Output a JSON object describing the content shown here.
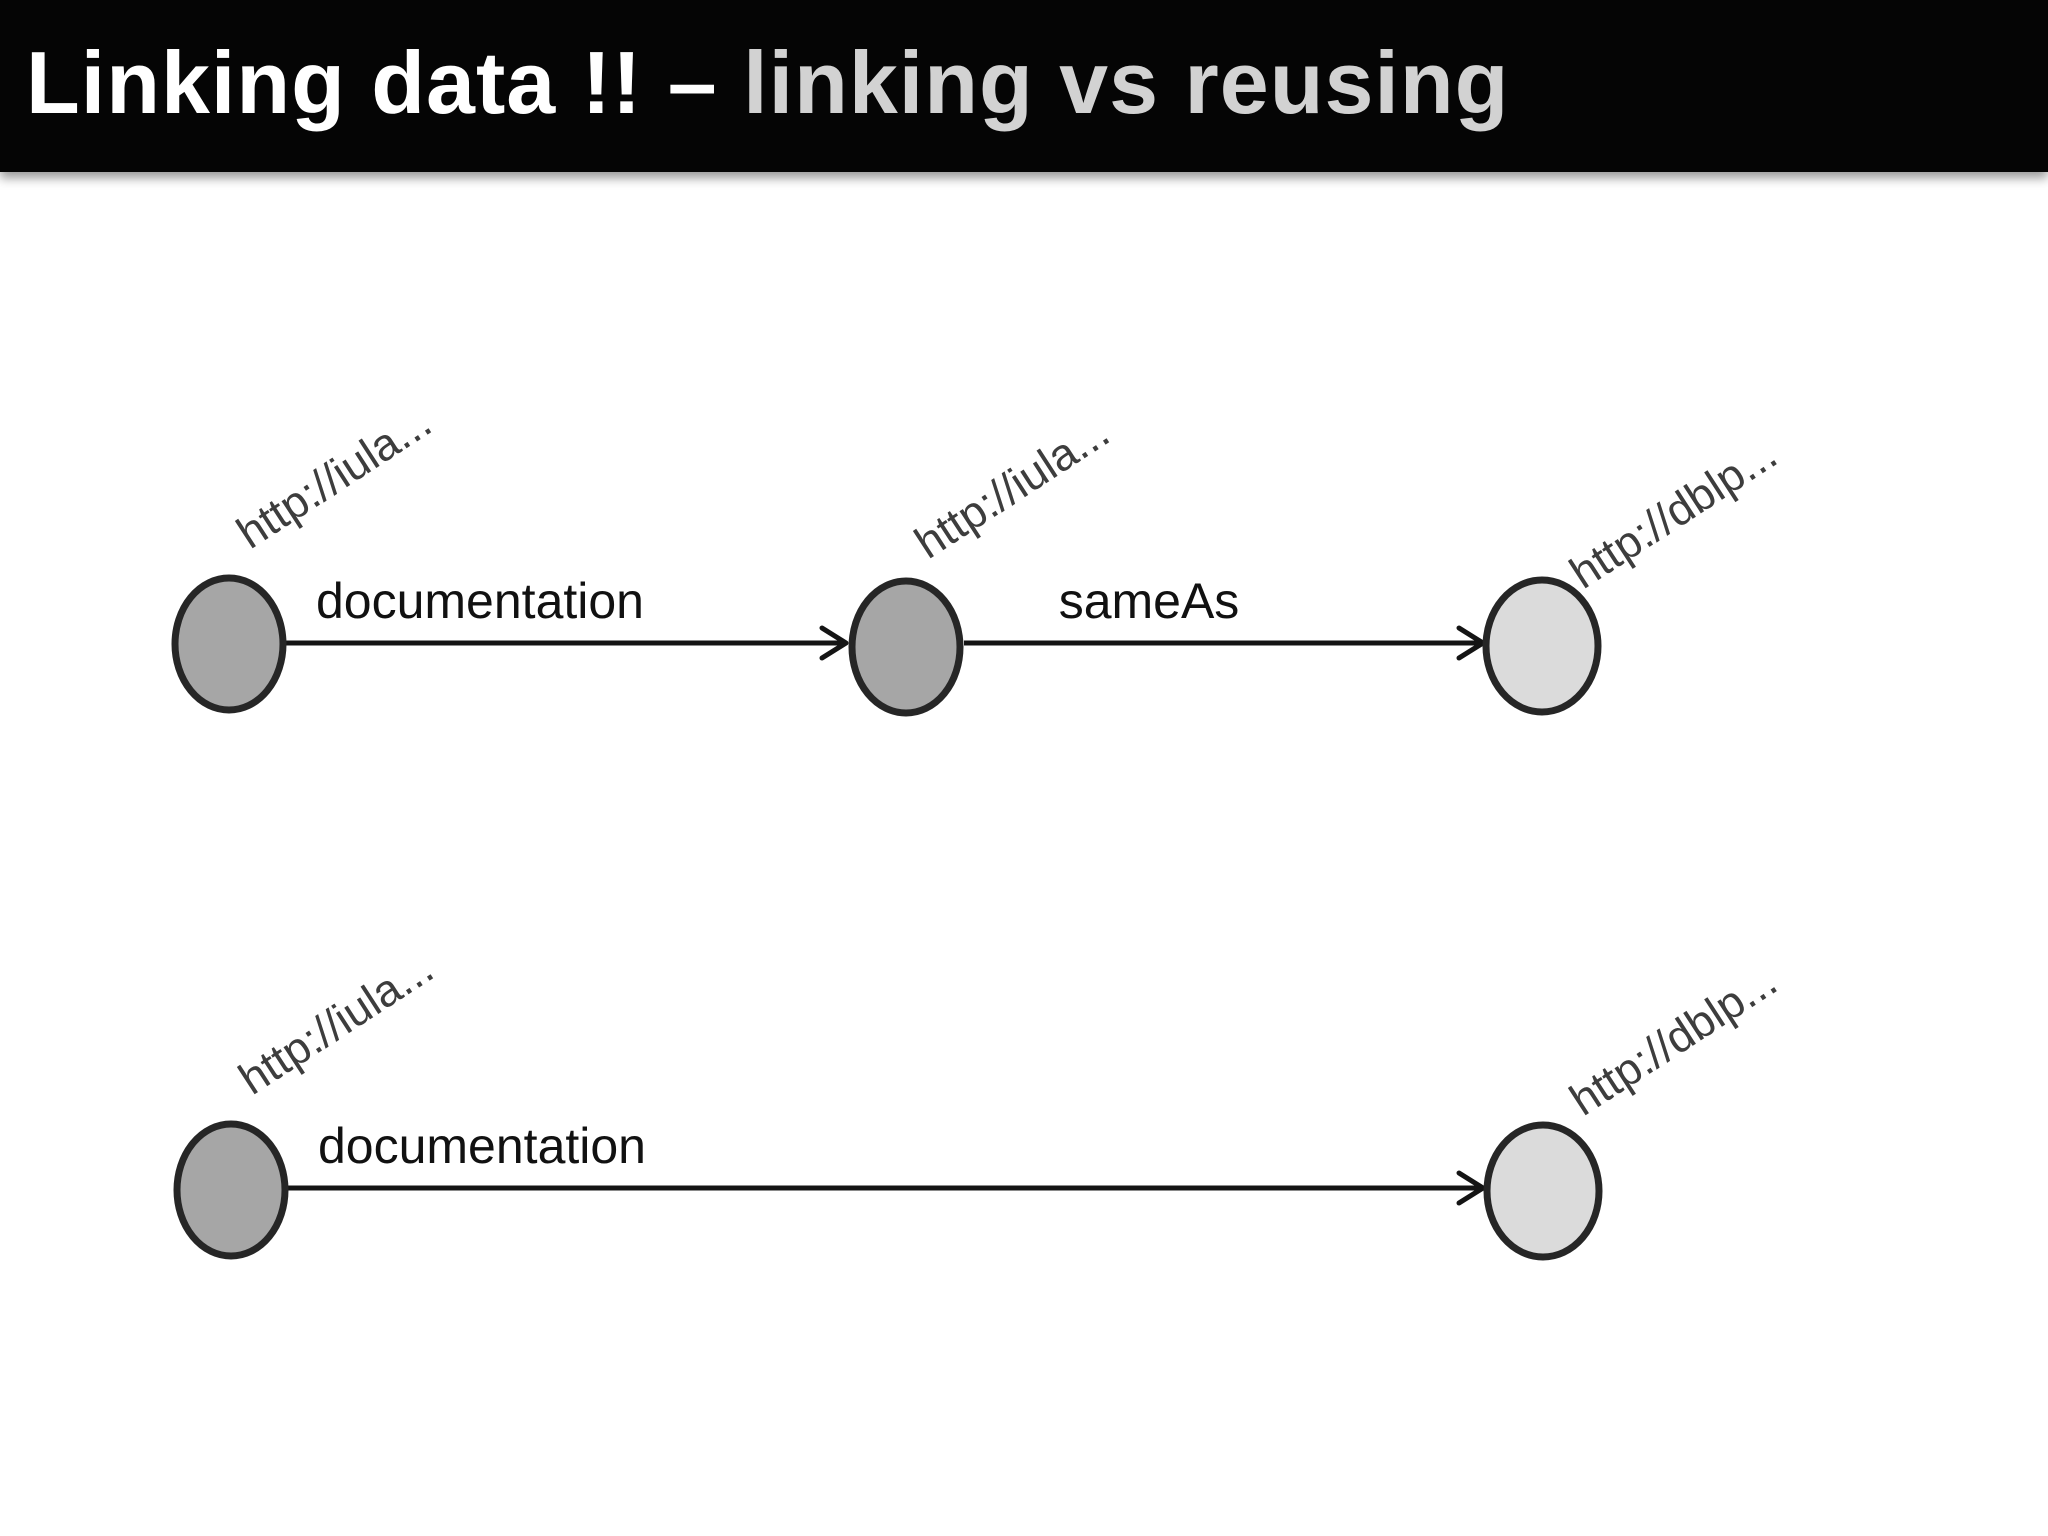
{
  "header": {
    "title_primary": "Linking data !!",
    "title_separator": "–",
    "title_secondary": "linking vs reusing",
    "bg_color": "#050505",
    "primary_color": "#ffffff",
    "secondary_color": "#d2d2d2"
  },
  "colors": {
    "node_dark_fill": "#a6a6a6",
    "node_light_fill": "#dbdbdb",
    "node_stroke": "#262626",
    "edge_color": "#141414",
    "uri_label_color": "#3d3d3d"
  },
  "diagrams": {
    "top": {
      "description": "linking: two iula nodes connected by documentation, then sameAs link to dblp node",
      "nodes": [
        {
          "id": "iula-source",
          "label": "http://iula...",
          "fill": "dark"
        },
        {
          "id": "iula-documentation",
          "label": "http://iula...",
          "fill": "dark"
        },
        {
          "id": "dblp-resource",
          "label": "http://dblp...",
          "fill": "light"
        }
      ],
      "edges": [
        {
          "from": "iula-source",
          "to": "iula-documentation",
          "label": "documentation"
        },
        {
          "from": "iula-documentation",
          "to": "dblp-resource",
          "label": "sameAs"
        }
      ]
    },
    "bottom": {
      "description": "reusing: iula node connected directly to dblp node by documentation",
      "nodes": [
        {
          "id": "iula-source",
          "label": "http://iula...",
          "fill": "dark"
        },
        {
          "id": "dblp-resource",
          "label": "http://dblp...",
          "fill": "light"
        }
      ],
      "edges": [
        {
          "from": "iula-source",
          "to": "dblp-resource",
          "label": "documentation"
        }
      ]
    }
  }
}
